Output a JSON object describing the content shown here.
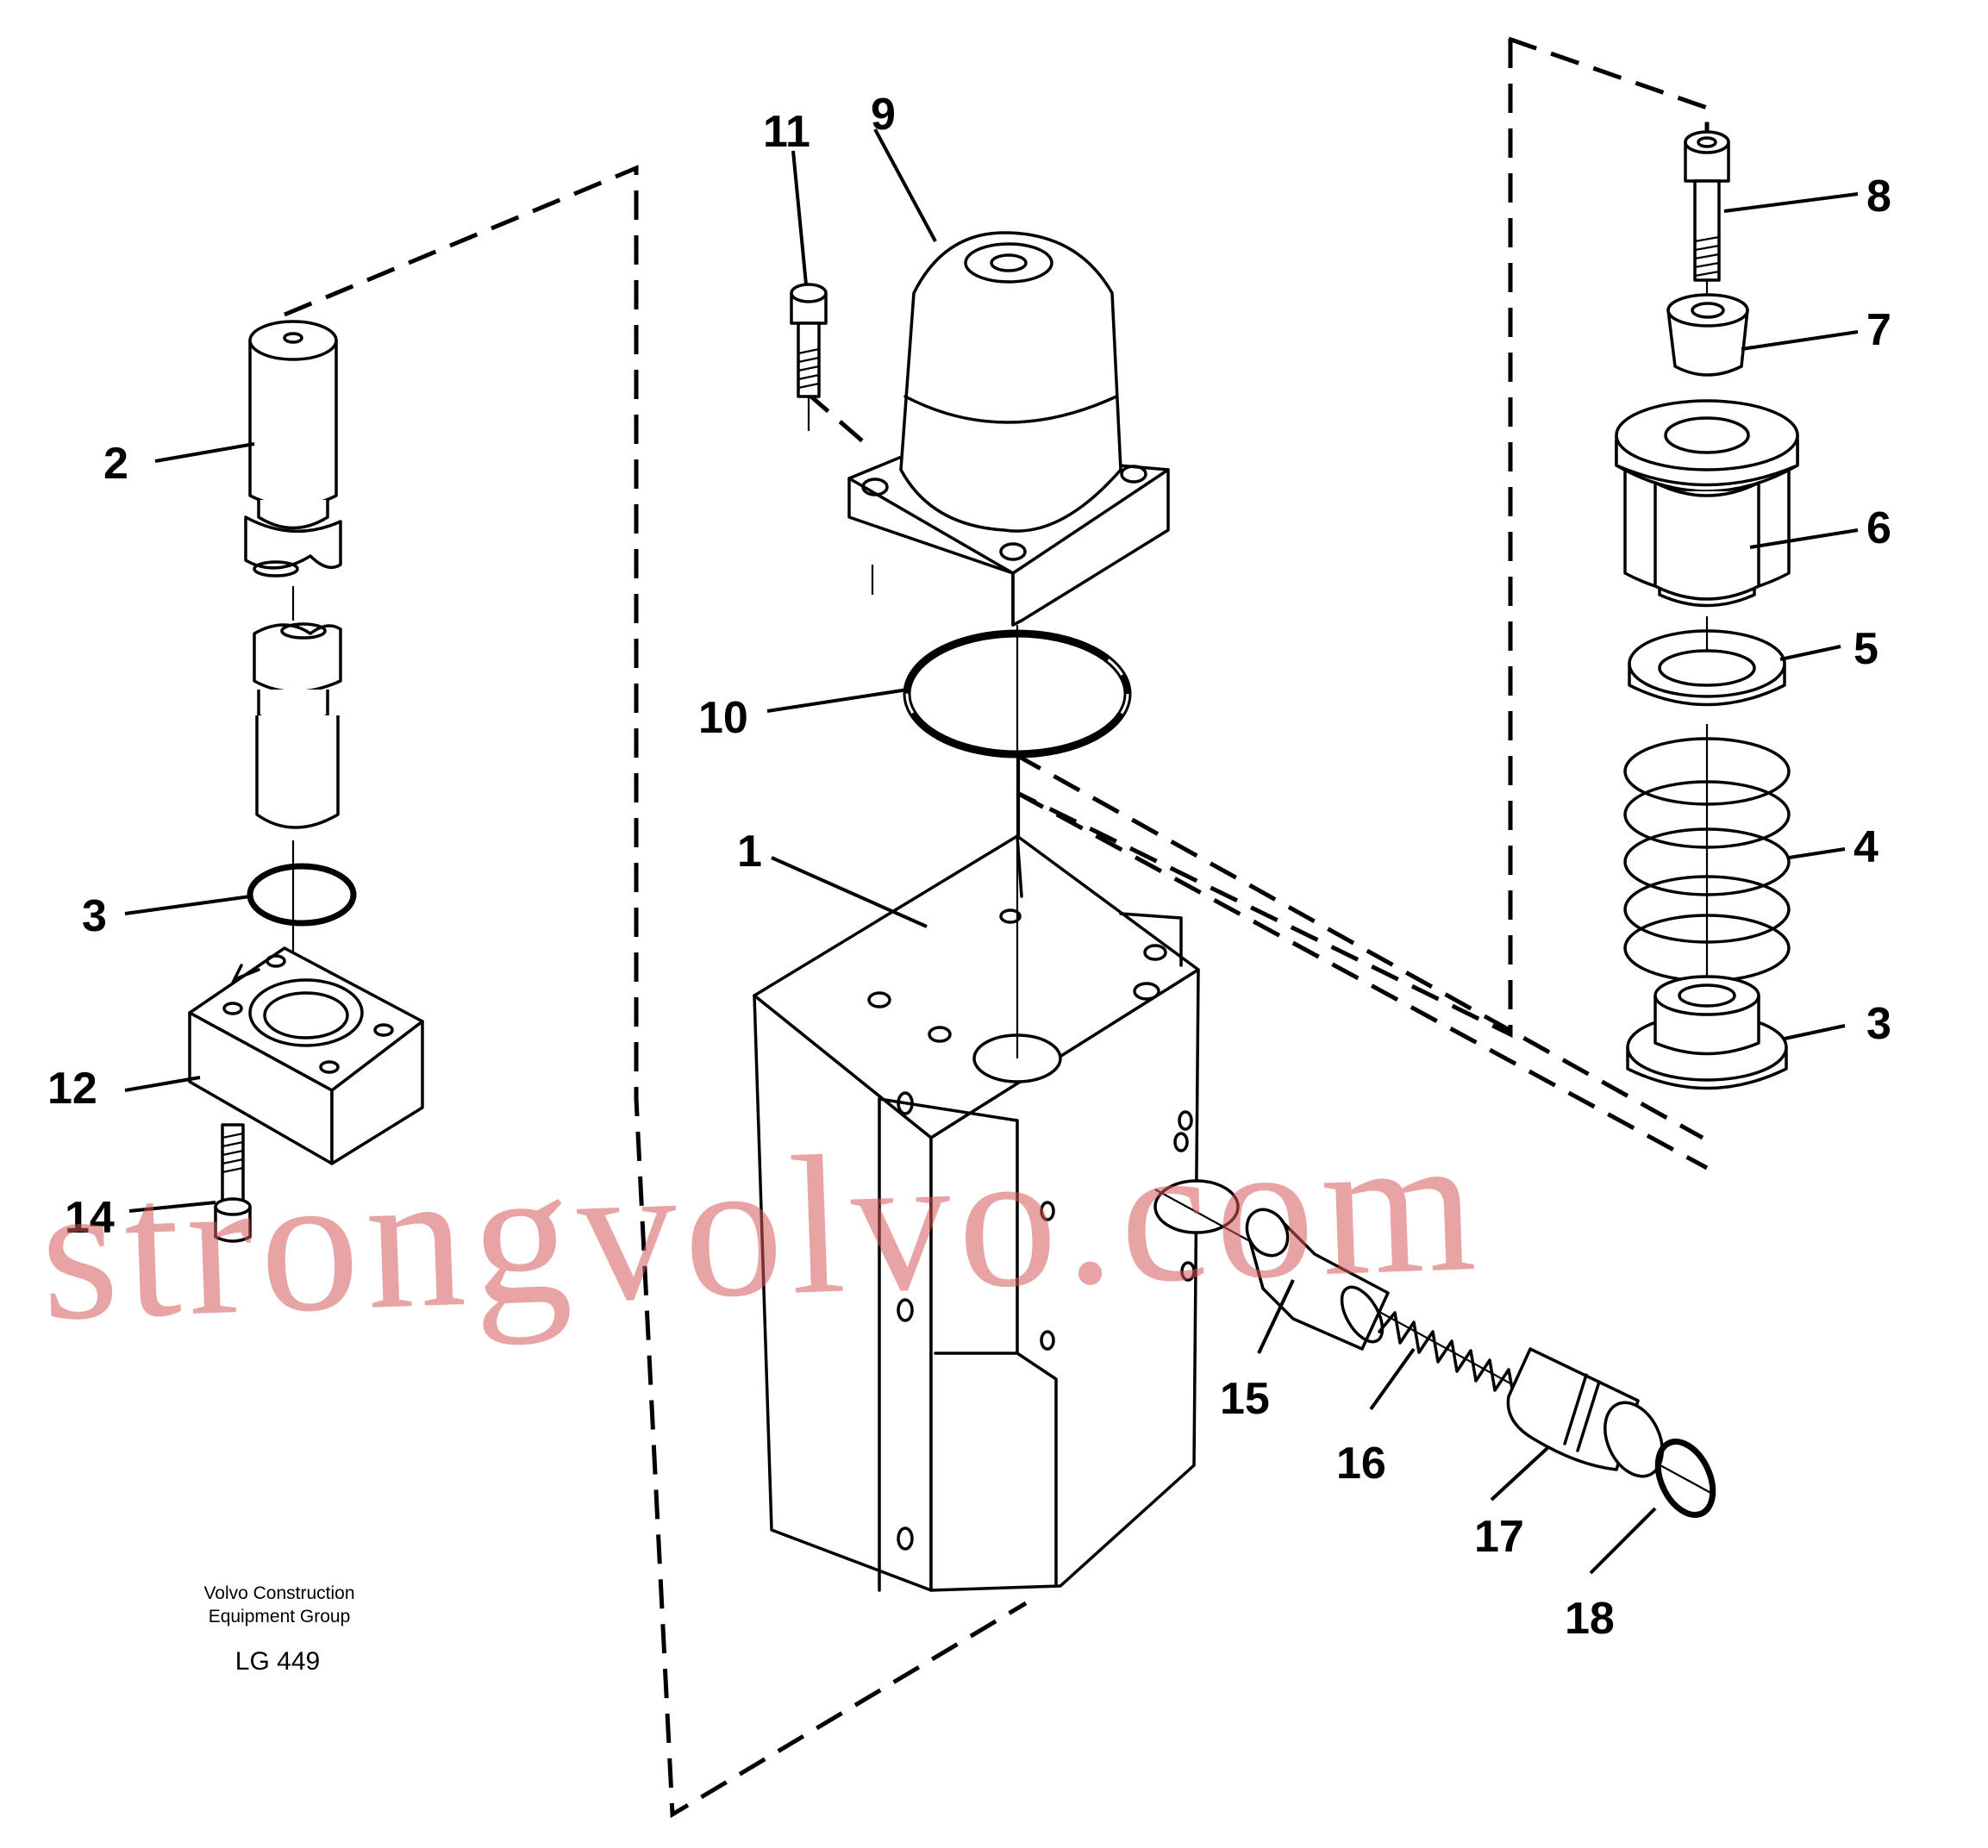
{
  "callouts": {
    "c1": "1",
    "c2": "2",
    "c3a": "3",
    "c3b": "3",
    "c4": "4",
    "c5": "5",
    "c6": "6",
    "c7": "7",
    "c8": "8",
    "c9": "9",
    "c10": "10",
    "c11": "11",
    "c12": "12",
    "c14": "14",
    "c15": "15",
    "c16": "16",
    "c17": "17",
    "c18": "18"
  },
  "caption": {
    "line1": "Volvo Construction",
    "line2": "Equipment Group",
    "drawing_no": "LG 449"
  },
  "watermark": "strongvolvo.com"
}
